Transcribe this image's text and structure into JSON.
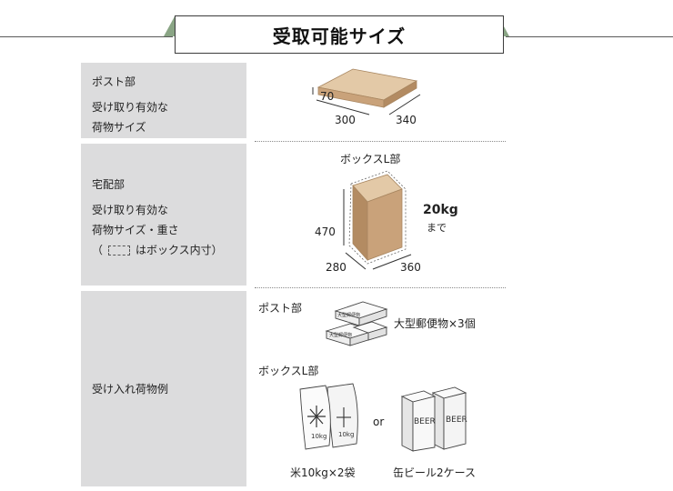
{
  "header": {
    "title": "受取可能サイズ"
  },
  "rows": {
    "post": {
      "label_title": "ポスト部",
      "label_line1": "受け取り有効な",
      "label_line2": "荷物サイズ",
      "dim_height": "70",
      "dim_width": "300",
      "dim_depth": "340"
    },
    "delivery": {
      "label_title": "宅配部",
      "label_line1": "受け取り有効な",
      "label_line2": "荷物サイズ・重さ",
      "label_note_open": "（",
      "label_note_text": "はボックス内寸）",
      "box_title": "ボックスL部",
      "dim_height": "470",
      "dim_width": "280",
      "dim_depth": "360",
      "weight": "20kg",
      "weight_suffix": "まで"
    },
    "examples": {
      "label_title": "受け入れ荷物例",
      "post_title": "ポスト部",
      "post_item_text": "大型郵便物×3個",
      "post_item_stamp": "大型郵便物",
      "box_title": "ボックスL部",
      "or_text": "or",
      "rice_caption": "米10kg×2袋",
      "rice_bag_weight": "10kg",
      "rice_bag_weight_alt": "10kg",
      "beer_caption": "缶ビール2ケース",
      "beer_label": "BEER",
      "beer_label_alt": "BEER"
    }
  },
  "colors": {
    "box_top": "#e3c9a7",
    "box_front": "#c9a27a",
    "box_side": "#b38b62",
    "label_bg": "#dcdcdd",
    "wing": "#8aa585"
  }
}
